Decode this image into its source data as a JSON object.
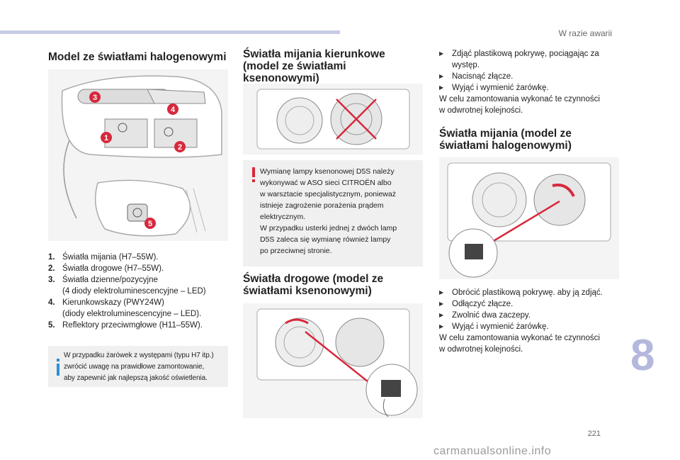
{
  "header": {
    "section": "W razie awarii"
  },
  "left": {
    "title": "Model ze światłami halogenowymi",
    "figure_labels": [
      "1",
      "2",
      "3",
      "4",
      "5"
    ],
    "items": [
      {
        "num": "1.",
        "text": "Światła mijania (H7–55W)."
      },
      {
        "num": "2.",
        "text": "Światła drogowe (H7–55W)."
      },
      {
        "num": "3.",
        "line1": "Światła dzienne/pozycyjne",
        "line2": "(4 diody elektroluminescencyjne – LED)"
      },
      {
        "num": "4.",
        "line1": "Kierunkowskazy (PWY24W)",
        "line2": "(diody elektroluminescencyjne – LED)."
      },
      {
        "num": "5.",
        "text": "Reflektory przeciwmgłowe (H11–55W)."
      }
    ],
    "note": {
      "line1": "W przypadku żarówek z występami (typu H7 itp.)",
      "line2": "zwrócić uwagę na prawidłowe zamontowanie,",
      "line3": "aby zapewnić jak najlepszą jakość oświetlenia."
    }
  },
  "middle": {
    "title1": {
      "line1": "Światła mijania kierunkowe",
      "line2": "(model ze światłami",
      "line3": "ksenonowymi)"
    },
    "warning": {
      "lines": [
        "Wymianę lampy ksenonowej D5S należy",
        "wykonywać w ASO sieci CITROËN albo",
        "w warsztacie specjalistycznym, ponieważ",
        "istnieje zagrożenie porażenia prądem",
        "elektrycznym.",
        "W przypadku usterki jednej z dwóch lamp",
        "D5S zaleca się wymianę również lampy",
        "po przeciwnej stronie."
      ]
    },
    "title2": {
      "line1": "Światła drogowe (model ze",
      "line2": "światłami ksenonowymi)"
    }
  },
  "right": {
    "steps1": [
      {
        "line1": "Zdjąć plastikową pokrywę, pociągając za",
        "line2": "występ."
      },
      {
        "line1": "Nacisnąć złącze."
      },
      {
        "line1": "Wyjąć i wymienić żarówkę."
      }
    ],
    "after1": {
      "line1": "W celu zamontowania wykonać te czynności",
      "line2": "w odwrotnej kolejności."
    },
    "title": {
      "line1": "Światła mijania (model ze",
      "line2": "światłami halogenowymi)"
    },
    "steps2": [
      {
        "line1": "Obrócić plastikową pokrywę. aby ją zdjąć."
      },
      {
        "line1": "Odłączyć złącze."
      },
      {
        "line1": "Zwolnić dwa zaczepy."
      },
      {
        "line1": "Wyjąć i wymienić żarówkę."
      }
    ],
    "after2": {
      "line1": "W celu zamontowania wykonać te czynności",
      "line2": "w odwrotnej kolejności."
    }
  },
  "footer": {
    "chapter": "8",
    "page": "221",
    "watermark": "carmanualsonline.info"
  },
  "colors": {
    "accent_red": "#d7283c",
    "tab_blue": "#b4b8dc",
    "topbar": "#c9cce6"
  },
  "icons": {
    "bullet": "bullet-icon",
    "warning": "warning-icon",
    "info": "info-icon"
  }
}
